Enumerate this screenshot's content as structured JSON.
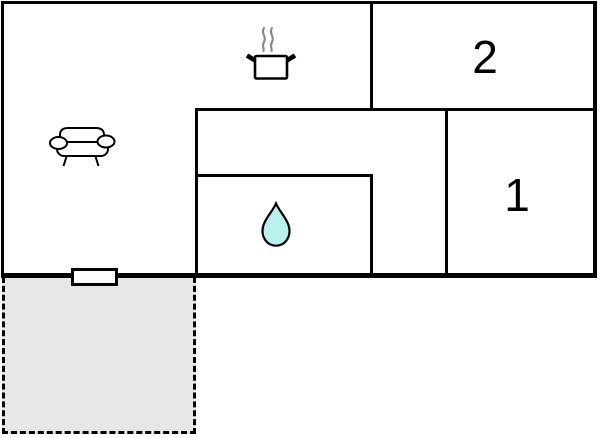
{
  "floorplan": {
    "rooms": {
      "bedroom1": {
        "label": "1"
      },
      "bedroom2": {
        "label": "2"
      }
    },
    "icons": [
      {
        "name": "sofa-icon",
        "area": "living-room"
      },
      {
        "name": "cooking-pot-icon",
        "area": "kitchen"
      },
      {
        "name": "water-drop-icon",
        "area": "bathroom"
      }
    ],
    "colors": {
      "wall": "#000000",
      "background": "#ffffff",
      "terrace_fill": "#e7e7e7",
      "terrace_border": "#000000",
      "drop_fill": "#b9f1ef",
      "steam": "#8a8a8a"
    }
  }
}
